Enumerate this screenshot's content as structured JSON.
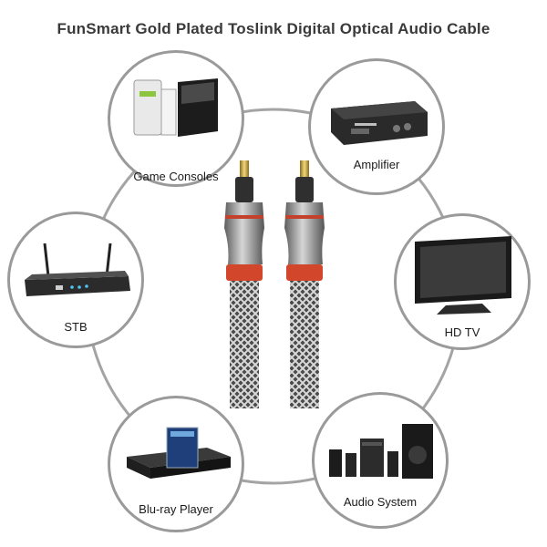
{
  "title": "FunSmart Gold Plated Toslink Digital Optical Audio Cable",
  "devices": {
    "game_consoles": "Game Consoles",
    "amplifier": "Amplifier",
    "stb": "STB",
    "hd_tv": "HD TV",
    "bluray": "Blu-ray Player",
    "audio_system": "Audio System"
  }
}
